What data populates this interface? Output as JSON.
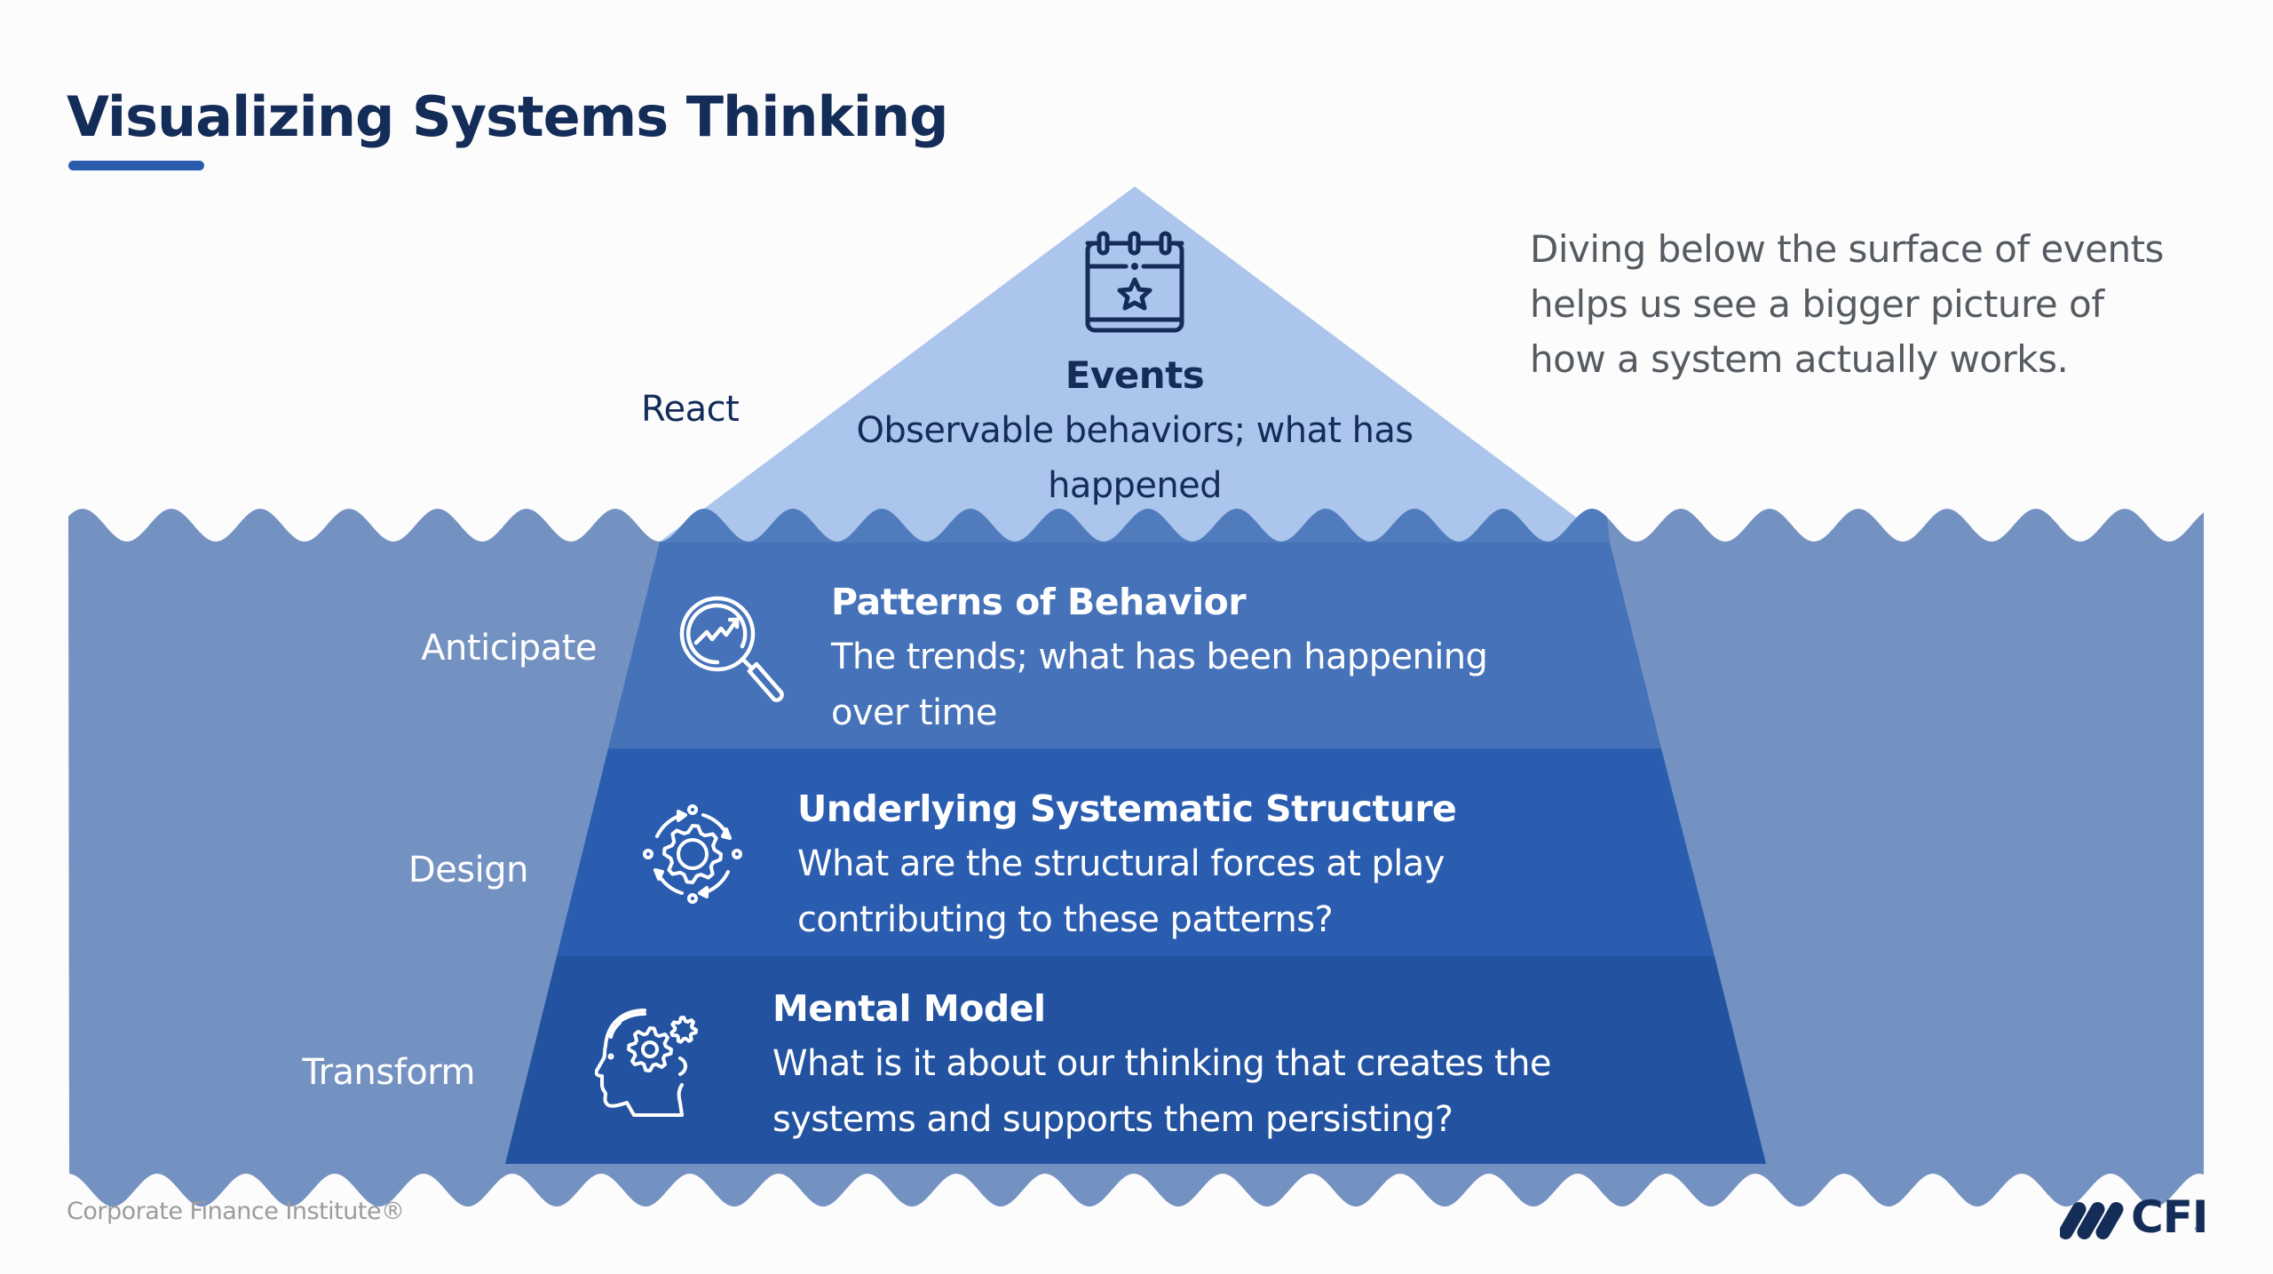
{
  "header": {
    "title": "Visualizing Systems Thinking"
  },
  "colors": {
    "title_navy": "#142c58",
    "accent_bar": "#2a5cab",
    "water": "#7190c0",
    "events_layer": "#abc5ec",
    "patterns_layer": "#4572b8",
    "structure_layer": "#2a5db0",
    "mental_model_layer": "#2353a0",
    "side_text": "#555b61",
    "footer_text": "#9c9c9c"
  },
  "side_note": {
    "lines": [
      "Diving below the surface of events",
      "helps us see a bigger picture of",
      "how a system actually works."
    ]
  },
  "levels": [
    {
      "action": "React",
      "title": "Events",
      "description_lines": [
        "Observable behaviors; what has",
        "happened"
      ],
      "icon": "calendar-star-icon"
    },
    {
      "action": "Anticipate",
      "title": "Patterns of Behavior",
      "description_lines": [
        "The trends; what has been happening",
        "over time"
      ],
      "icon": "magnifier-trend-icon"
    },
    {
      "action": "Design",
      "title": "Underlying Systematic Structure",
      "description_lines": [
        "What are the structural forces at play",
        "contributing to these patterns?"
      ],
      "icon": "gear-cycle-icon"
    },
    {
      "action": "Transform",
      "title": "Mental Model",
      "description_lines": [
        "What is it about our thinking that creates the",
        "systems and supports them persisting?"
      ],
      "icon": "head-gear-icon"
    }
  ],
  "footer": {
    "credit": "Corporate Finance Institute®",
    "logo_text": "CFI",
    "logo_tm": "™"
  }
}
